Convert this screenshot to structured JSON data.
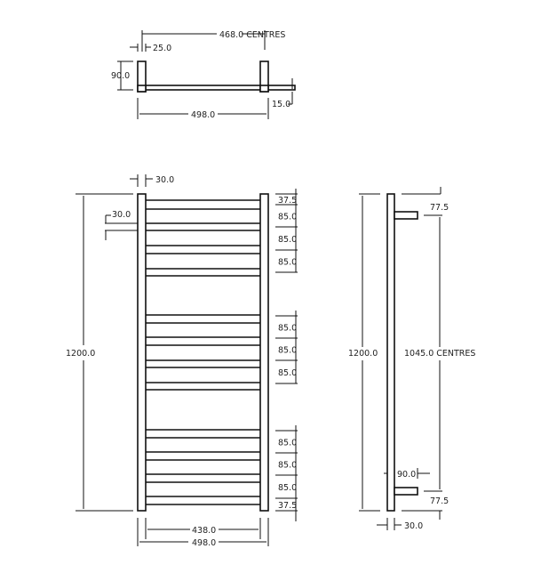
{
  "top_view": {
    "centres": "468.0 CENTRES",
    "rail_width": "25.0",
    "depth": "90.0",
    "overall_width": "498.0",
    "wall_offset": "15.0"
  },
  "front_view": {
    "rail_width": "30.0",
    "bar_offset": "30.0",
    "height": "1200.0",
    "inner_width": "438.0",
    "overall_width": "498.0",
    "spacings": [
      "37.5",
      "85.0",
      "85.0",
      "85.0",
      "85.0",
      "85.0",
      "85.0",
      "85.0",
      "85.0",
      "85.0",
      "37.5"
    ]
  },
  "side_view": {
    "height": "1200.0",
    "top_offset": "77.5",
    "centres": "1045.0 CENTRES",
    "bracket_depth": "90.0",
    "bottom_offset": "77.5",
    "rail_width": "30.0"
  },
  "colors": {
    "line": "#111111",
    "text": "#222222",
    "background": "#ffffff"
  }
}
